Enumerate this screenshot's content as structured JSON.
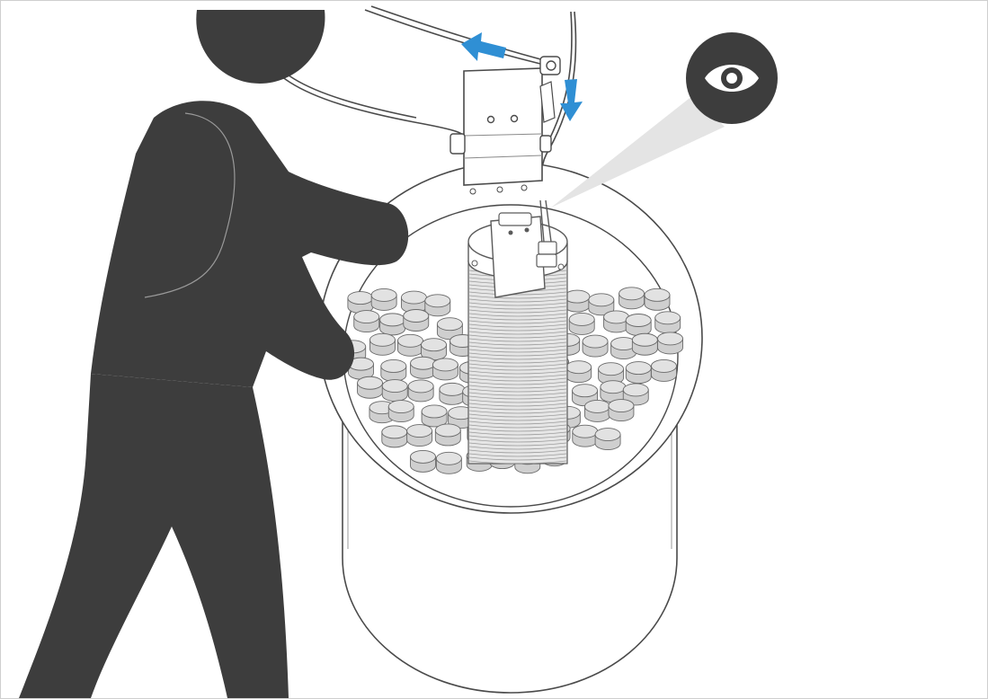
{
  "illustration": {
    "figure_color": "#3d3d3d",
    "outline_color": "#4a4a4a",
    "tablet_fill": "#dcdcdc",
    "arrow_color": "#2f8fd4",
    "callout_color": "#3d3d3d",
    "beam_color": "#e6e6e6",
    "icons": [
      "person-figure",
      "eye-icon",
      "flow-arrow",
      "flow-arrow"
    ]
  }
}
